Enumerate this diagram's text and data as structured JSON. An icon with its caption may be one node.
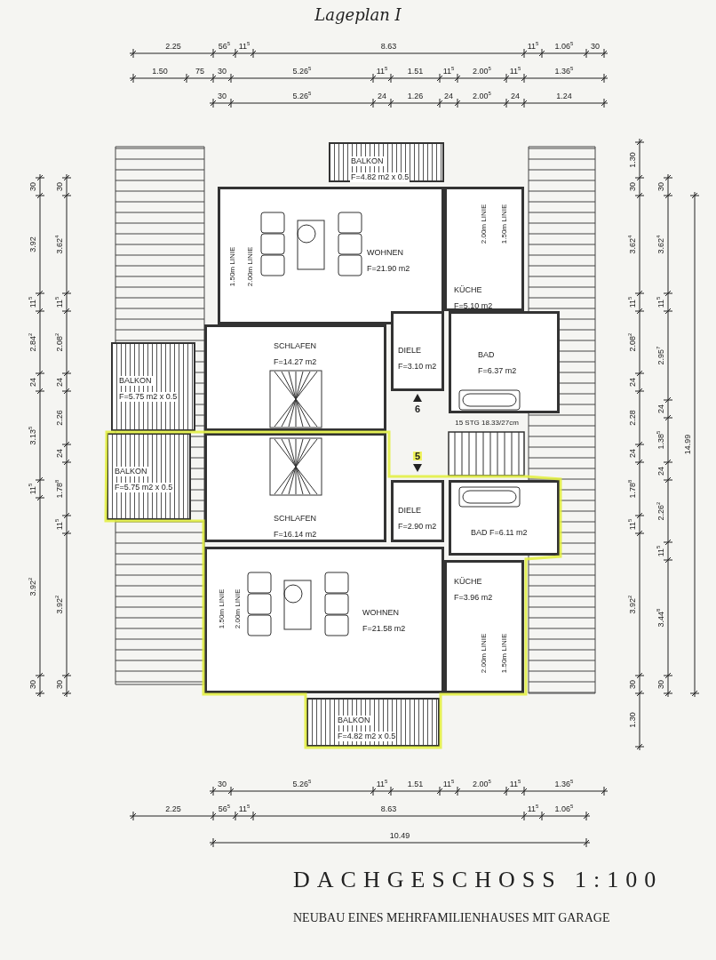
{
  "diagram": {
    "title": "DACHGESCHOSS 1:100",
    "caption": "NEUBAU EINES MEHRFAMILIENHAUSES MIT GARAGE",
    "nodes": [
      {
        "text": [
          "BALKON",
          "F=4.82 m2 x 0.5"
        ]
      },
      {
        "text": [
          "WOHNEN",
          "F=21.90 m2"
        ]
      },
      {
        "text": [
          "KÜCHE",
          "F=5.10 m2"
        ]
      },
      {
        "text": [
          "SCHLAFEN",
          "F=14.27 m2"
        ]
      },
      {
        "text": [
          "BALKON",
          "F=5.75 m2 x 0.5"
        ]
      },
      {
        "text": [
          "DIELE",
          "F=3.10 m2"
        ]
      },
      {
        "text": [
          "BAD",
          "F=6.37 m2"
        ]
      },
      {
        "text": [
          "BALKON",
          "F=5.75 m2 x 0.5"
        ]
      },
      {
        "text": [
          "SCHLAFEN",
          "F=16.14 m2"
        ]
      },
      {
        "text": [
          "DIELE",
          "F=2.90 m2"
        ]
      },
      {
        "text": [
          "BAD F=6.11 m2"
        ]
      },
      {
        "text": [
          "WOHNEN",
          "F=21.58 m2"
        ]
      },
      {
        "text": [
          "KÜCHE",
          "F=3.96 m2"
        ]
      },
      {
        "text": [
          "BALKON",
          "F=4.82 m2 x 0.5"
        ]
      }
    ],
    "labels": [
      "Lageplan I",
      "2.25",
      "56$^{5}$",
      "11$^{5}$",
      "8.63",
      "11$^{5}$",
      "1.06$^{5}$",
      "30",
      "1.50",
      "75",
      "30",
      "5.26$^{5}$",
      "11$^{5}$",
      "1.51",
      "11$^{5}$",
      "2.00$^{5}$",
      "11$^{5}$",
      "1.36$^{5}$",
      "30",
      "5.26$^{5}$",
      "24",
      "1.26",
      "24",
      "2.00$^{5}$",
      "24",
      "1.24",
      "30",
      "3.92",
      "11$^{5}$",
      "2.84$^{2}$",
      "24",
      "3.13$^{5}$",
      "11$^{5}$",
      "3.92$^{2}$",
      "30",
      "30",
      "3.62$^{4}$",
      "11$^{5}$",
      "2.08$^{2}$",
      "24",
      "2.26",
      "24",
      "1.78$^{8}$",
      "11$^{5}$",
      "3.92$^{2}$",
      "30",
      "1.30",
      "30",
      "3.62$^{4}$",
      "11$^{5}$",
      "2.08$^{2}$",
      "24",
      "2.28",
      "24",
      "1.78$^{8}$",
      "11$^{5}$",
      "3.92$^{2}$",
      "30",
      "1.30",
      "30",
      "3.62$^{4}$",
      "11$^{5}$",
      "2.95$^{7}$",
      "24",
      "1.38$^{5}$",
      "24",
      "2.26$^{2}$",
      "11$^{5}$",
      "3.44$^{8}$",
      "30",
      "14.99",
      "1.50m LINIE",
      "2.00m LINIE",
      "2.00m LINIE",
      "1.50m LINIE",
      "6",
      "15 STG 18.33/27cm",
      "5",
      "1.50m LINIE",
      "2.00m LINIE",
      "2.00m LINIE",
      "1.50m LINIE",
      "30",
      "5.26$^{5}$",
      "11$^{5}$",
      "1.51",
      "11$^{5}$",
      "2.00$^{5}$",
      "11$^{5}$",
      "1.36$^{5}$",
      "2.25",
      "56$^{5}$",
      "11$^{5}$",
      "8.63",
      "11$^{5}$",
      "1.06$^{5}$",
      "10.49"
    ]
  }
}
